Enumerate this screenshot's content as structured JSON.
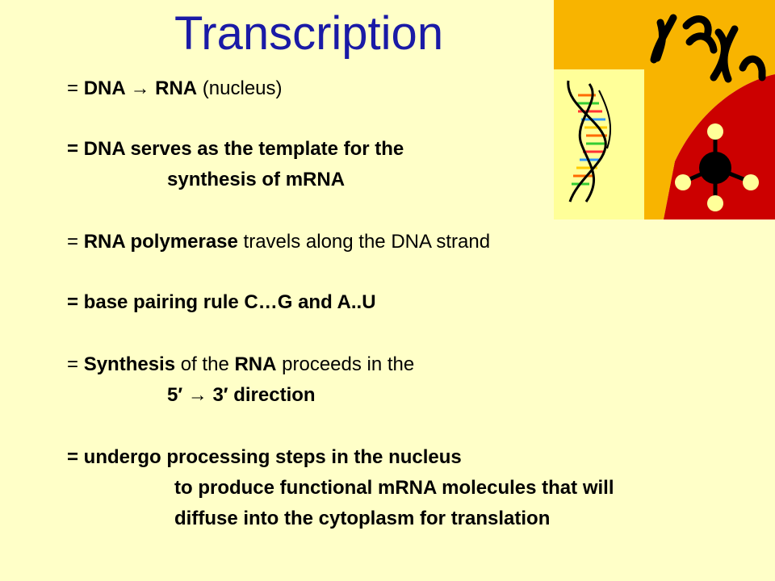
{
  "slide": {
    "title": "Transcription",
    "bullets": {
      "b1": {
        "prefix": "= ",
        "s1": "DNA → RNA",
        "s2": " (nucleus)"
      },
      "b2": {
        "l1": "= DNA serves as the template for the",
        "l2": "synthesis of mRNA"
      },
      "b3": {
        "prefix": "= ",
        "s1": "RNA polymerase",
        "s2": " travels along the DNA strand"
      },
      "b4": {
        "l1": "= base pairing rule C…G and A..U"
      },
      "b5": {
        "prefix": "= ",
        "s1": "Synthesis",
        "s2": " of the ",
        "s3": "RNA",
        "s4": " proceeds in the",
        "l2": "5′ → 3′ direction"
      },
      "b6": {
        "l1": "= undergo processing steps in the nucleus",
        "l2": "to produce functional mRNA molecules that will",
        "l3": "diffuse into the cytoplasm for translation"
      }
    },
    "art": {
      "icons": [
        "dna-helix-icon",
        "chromosomes-icon",
        "molecule-icon"
      ],
      "colors": {
        "background": "#ffffc8",
        "title": "#1a1aa6",
        "orange": "#f8b400",
        "red": "#cc0000",
        "yellow_bg": "#ffff99"
      }
    }
  }
}
